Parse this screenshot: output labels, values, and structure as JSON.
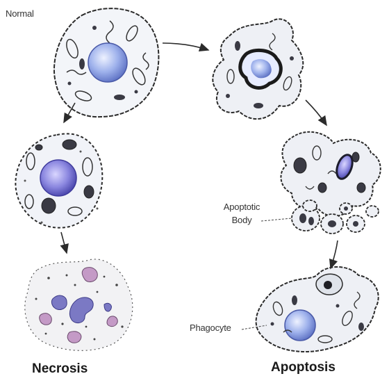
{
  "labels": {
    "normal": "Normal",
    "apoptotic_body_line1": "Apoptotic",
    "apoptotic_body_line2": "Body",
    "phagocyte": "Phagocyte",
    "necrosis": "Necrosis",
    "apoptosis": "Apoptosis"
  },
  "colors": {
    "outline": "#2b2b2b",
    "cytoplasm": "#f2f4f8",
    "nucleus_light": "#dfe6ff",
    "nucleus_mid": "#8fa6e6",
    "nucleus_dark": "#5b6fc0",
    "swollen_nucleus": "#7a79d6",
    "fragment": "#7b79c4",
    "fragment_pink": "#c49ac6"
  }
}
